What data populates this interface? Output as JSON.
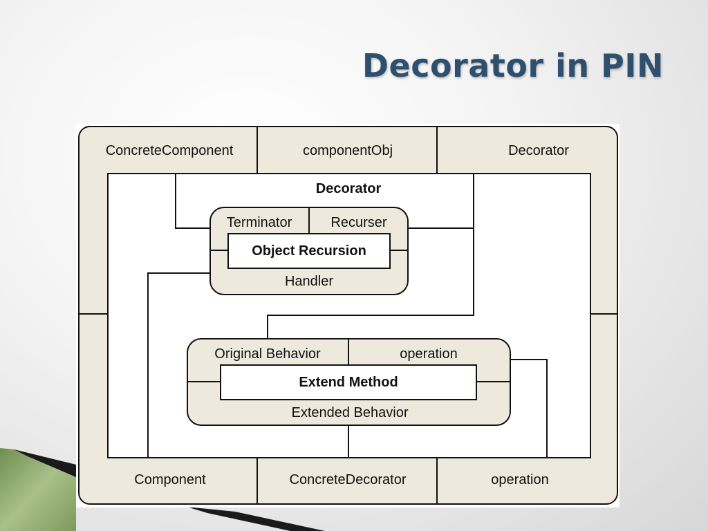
{
  "slide": {
    "title": "Decorator in PIN"
  },
  "diagram": {
    "outer": {
      "top_labels": [
        "ConcreteComponent",
        "componentObj",
        "Decorator"
      ],
      "bottom_labels": [
        "Component",
        "ConcreteDecorator",
        "operation"
      ],
      "inner_title": "Decorator"
    },
    "object_recursion": {
      "tabs": [
        "Terminator",
        "Recurser"
      ],
      "core": "Object Recursion",
      "footer": "Handler"
    },
    "extend_method": {
      "tabs": [
        "Original Behavior",
        "operation"
      ],
      "core": "Extend Method",
      "footer": "Extended Behavior"
    }
  },
  "colors": {
    "title": "#2f4f6f",
    "frame_fill": "#ede9dc",
    "frame_stroke": "#111111",
    "accent_green": "#8aa86a"
  }
}
